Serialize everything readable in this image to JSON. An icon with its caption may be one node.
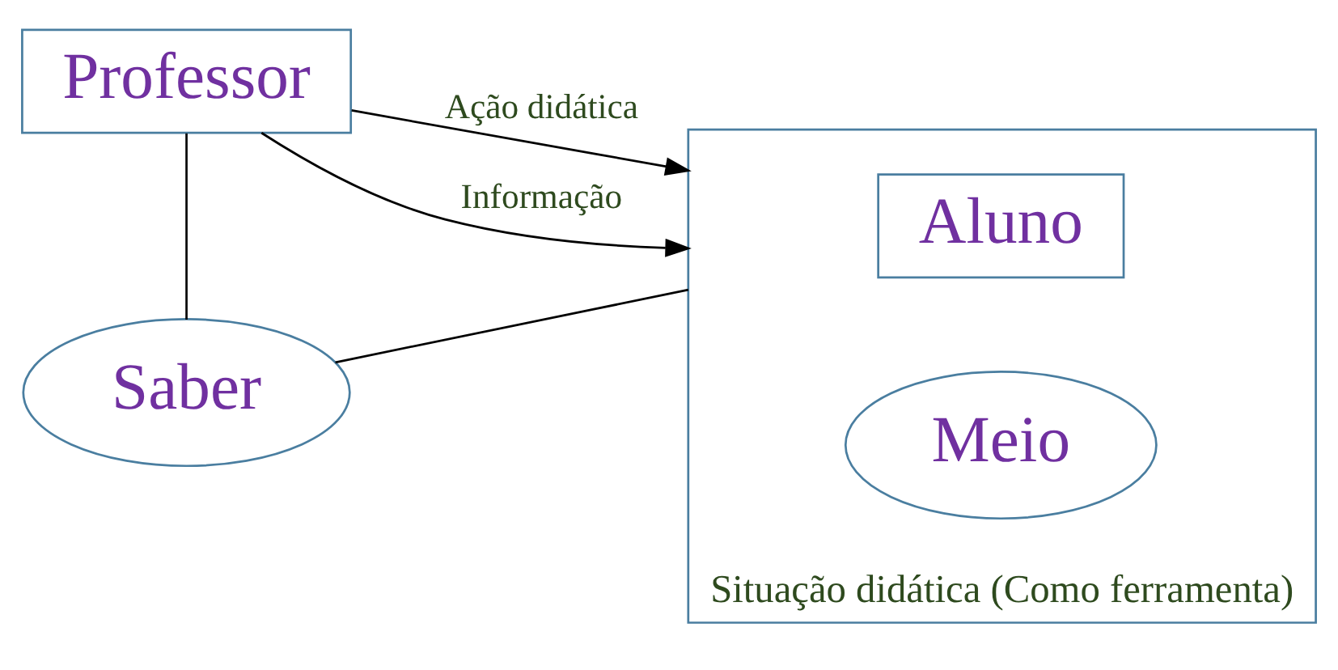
{
  "diagram": {
    "nodes": [
      {
        "text": [
          "Professor"
        ]
      },
      {
        "text": [
          "Situação didática (Como ferramenta)"
        ]
      },
      {
        "text": [
          "Aluno"
        ],
        "in": 1
      },
      {
        "text": [
          "Meio"
        ],
        "in": 1
      },
      {
        "text": [
          "Saber"
        ]
      }
    ],
    "edges": [
      {
        "from": 0,
        "to": 1,
        "arrow": "to",
        "label": "Ação didática"
      },
      {
        "from": 0,
        "to": 1,
        "arrow": "to",
        "label": "Informação"
      },
      {
        "from": 0,
        "to": 4,
        "arrow": "none"
      },
      {
        "from": 4,
        "to": 1,
        "arrow": "none"
      }
    ]
  }
}
